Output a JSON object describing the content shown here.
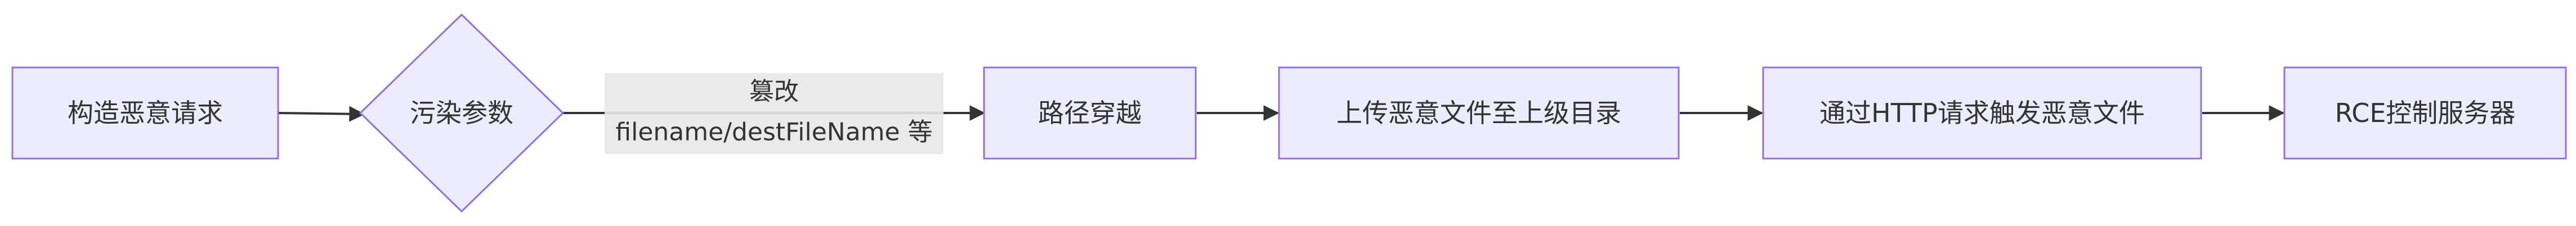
{
  "nodes": {
    "construct": "构造恶意请求",
    "pollute": "污染参数",
    "traverse": "路径穿越",
    "upload": "上传恶意文件至上级目录",
    "trigger": "通过HTTP请求触发恶意文件",
    "rce": "RCE控制服务器"
  },
  "edge_label": {
    "line1": "篡改",
    "line2": "filename/destFileName 等"
  },
  "colors": {
    "node_fill": "#ECECFF",
    "node_stroke": "#9370DB",
    "edge": "#333333",
    "label_bg": "#E8E8E8",
    "text": "#333333"
  }
}
